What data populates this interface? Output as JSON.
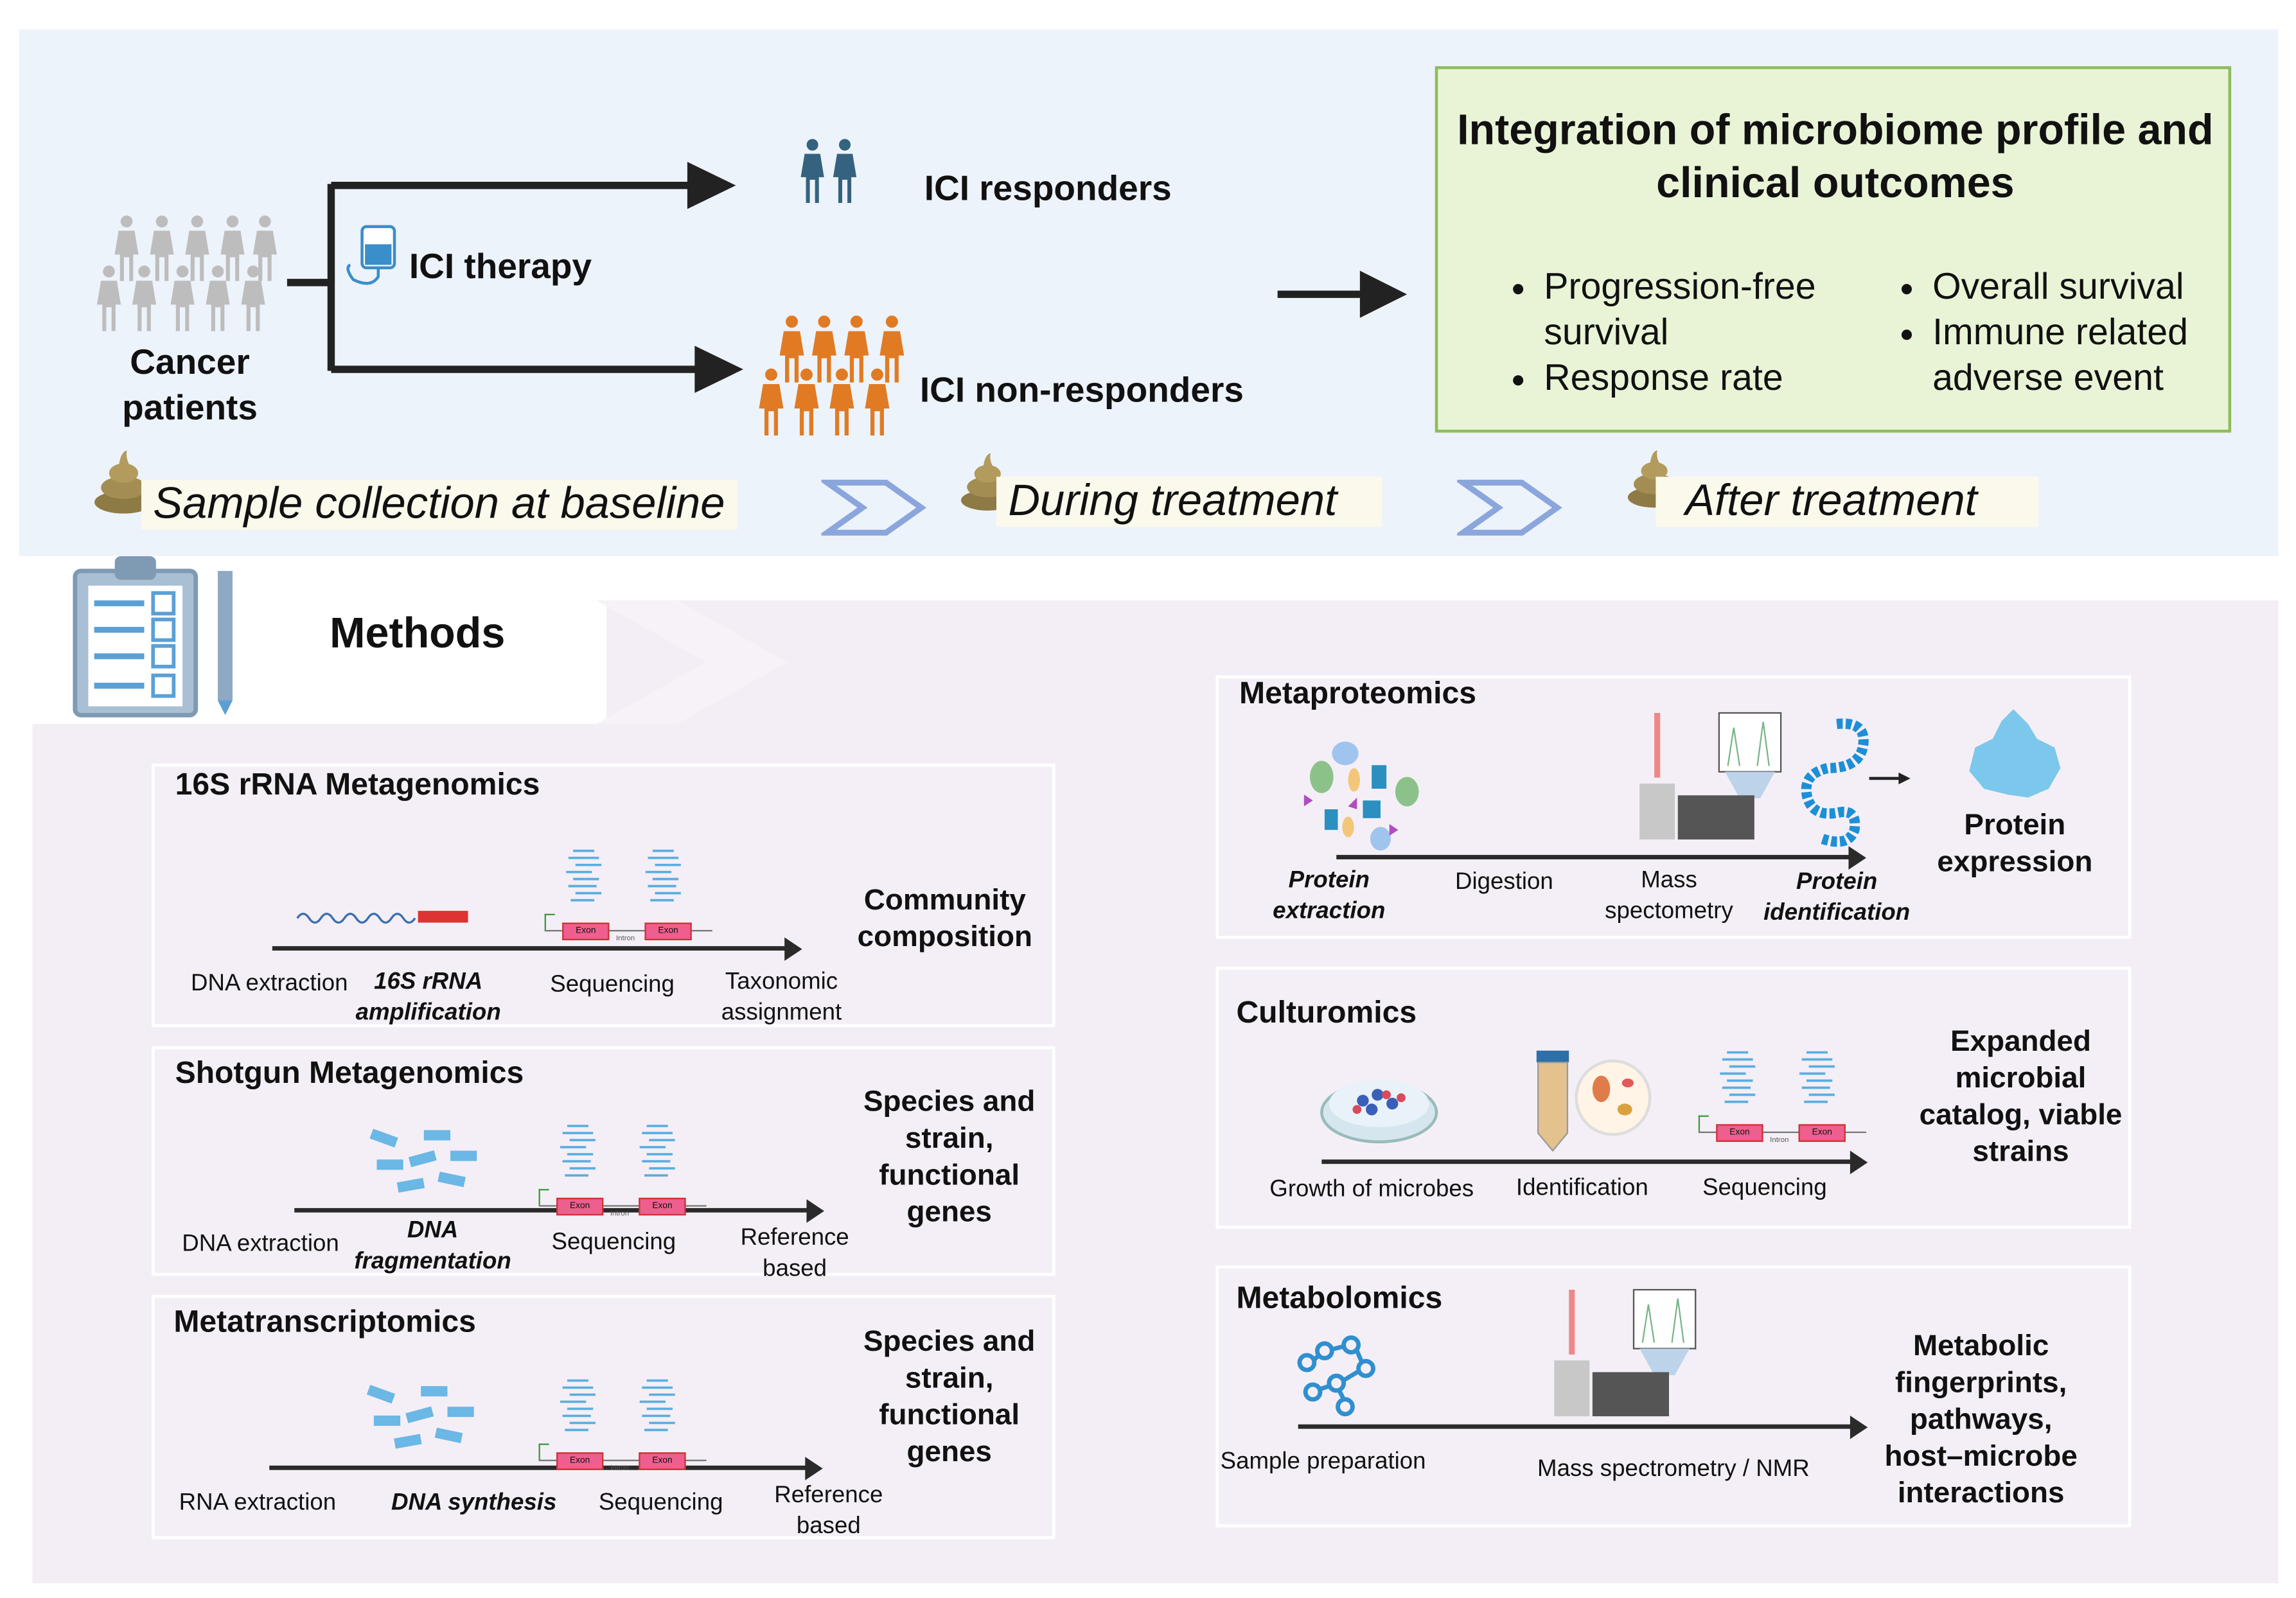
{
  "overview": {
    "cancer_patients": "Cancer\npatients",
    "ici_therapy": "ICI therapy",
    "responders": "ICI responders",
    "non_responders": "ICI non-responders",
    "integration": {
      "title": "Integration of microbiome profile and\nclinical outcomes",
      "bullets_left": [
        "Progression-free survival",
        "Response rate"
      ],
      "bullets_right": [
        "Overall survival",
        "Immune related adverse event"
      ]
    },
    "timeline": [
      "Sample collection at baseline",
      "During treatment",
      "After treatment"
    ]
  },
  "methods": {
    "title": "Methods",
    "seq_icon": {
      "exon": "Exon",
      "intron": "Intron"
    },
    "panels": {
      "rrna16s": {
        "title": "16S rRNA Metagenomics",
        "steps": [
          "DNA extraction",
          "16S rRNA\namplification",
          "Sequencing",
          "Taxonomic\nassignment"
        ],
        "outcome": "Community\ncomposition"
      },
      "shotgun": {
        "title": "Shotgun Metagenomics",
        "steps": [
          "DNA extraction",
          "DNA\nfragmentation",
          "Sequencing",
          "Reference\nbased"
        ],
        "outcome": "Species and\nstrain,\nfunctional\ngenes"
      },
      "metatranscriptomics": {
        "title": "Metatranscriptomics",
        "steps": [
          "RNA extraction",
          "DNA synthesis",
          "Sequencing",
          "Reference\nbased"
        ],
        "outcome": "Species and\nstrain,\nfunctional\ngenes"
      },
      "metaproteomics": {
        "title": "Metaproteomics",
        "steps": [
          "Protein\nextraction",
          "Digestion",
          "Mass\nspectometry",
          "Protein\nidentification"
        ],
        "outcome": "Protein\nexpression"
      },
      "culturomics": {
        "title": "Culturomics",
        "steps": [
          "Growth of microbes",
          "Identification",
          "Sequencing"
        ],
        "outcome": "Expanded\nmicrobial\ncatalog, viable\nstrains"
      },
      "metabolomics": {
        "title": "Metabolomics",
        "steps": [
          "Sample preparation",
          "Mass spectrometry / NMR"
        ],
        "outcome": "Metabolic\nfingerprints,\npathways,\nhost–microbe\ninteractions"
      }
    }
  },
  "colors": {
    "responder": "#35637f",
    "non_responder": "#e07b24",
    "patient": "#bdbdbd",
    "exon": "#ee5f8f",
    "seq_lines": "#5aaee0"
  }
}
